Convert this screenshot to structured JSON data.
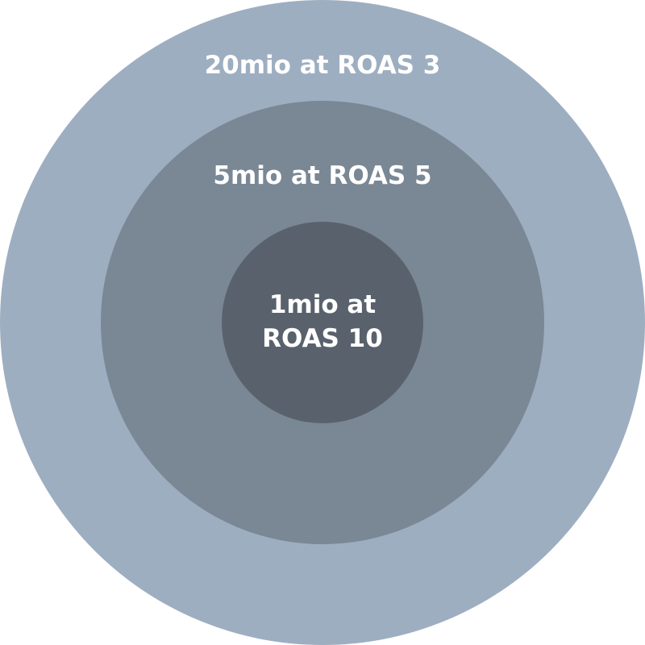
{
  "tiers": {
    "outer": {
      "label": "20mio at ROAS 3",
      "color": "#9eaec1"
    },
    "middle": {
      "label": "5mio at ROAS 5",
      "color": "#7a8795"
    },
    "inner": {
      "label_line1": "1mio at",
      "label_line2": "ROAS 10",
      "color": "#59626c"
    }
  },
  "text_color": "#ffffff"
}
